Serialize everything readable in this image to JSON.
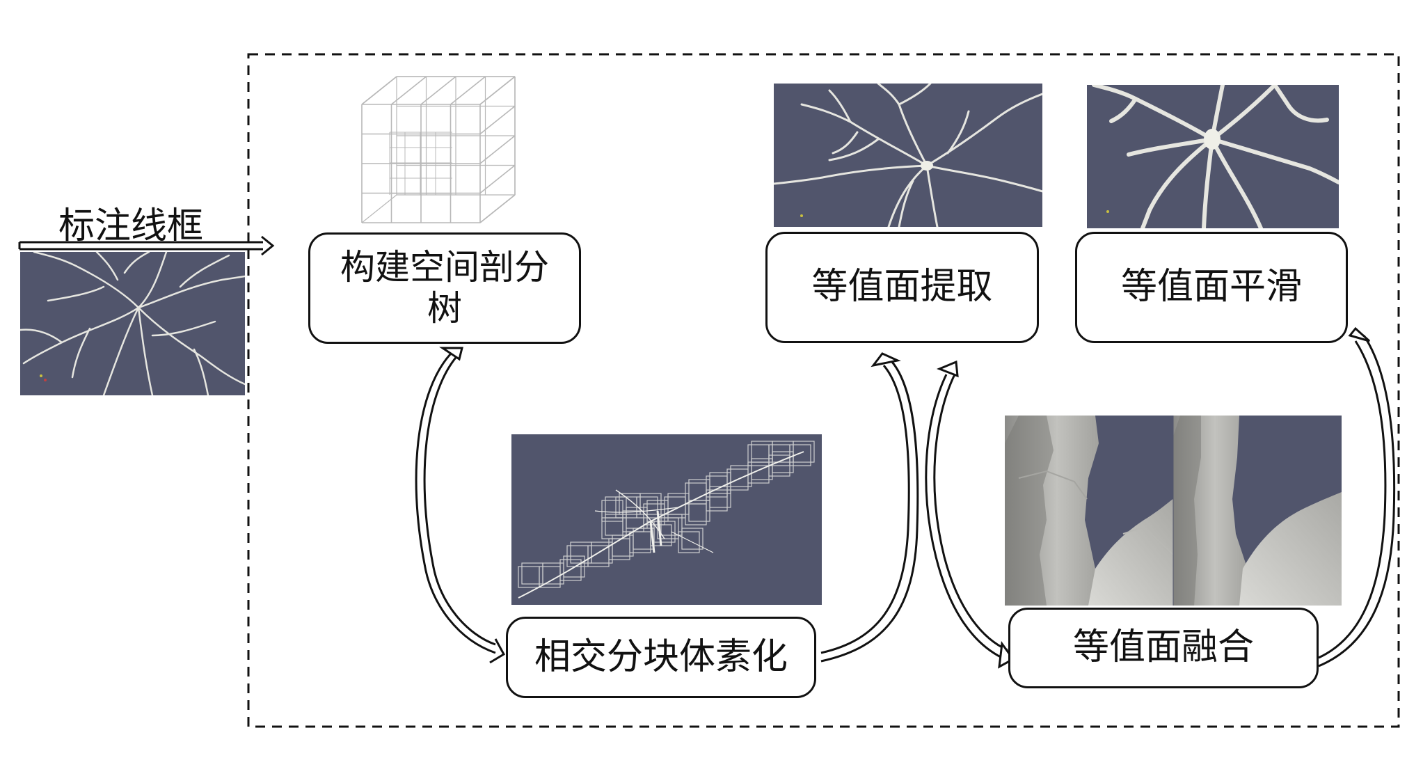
{
  "input_label": "标注线框",
  "steps": {
    "build_tree": "构建空间剖分树",
    "voxelize": "相交分块体素化",
    "extract": "等值面提取",
    "smooth": "等值面平滑",
    "fuse": "等值面融合"
  },
  "colors": {
    "panel_bg": "#51556c",
    "line": "#111111",
    "neuron": "#e6e6e0",
    "grid": "#b8b8b8",
    "mesh": "#c8c8c4"
  }
}
